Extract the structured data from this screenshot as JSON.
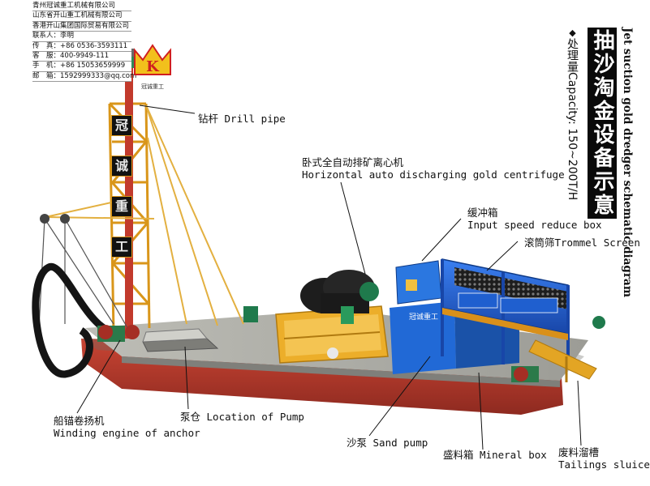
{
  "company_box": {
    "lines": [
      "青州冠诚重工机械有限公司",
      "山东省开山重工机械有限公司",
      "香港开山集团国际贸易有限公司",
      "联系人：李明",
      "传　真：+86 0536-3593111",
      "客　服：400-9949-111",
      "手　机：+86 15053659999",
      "邮　箱：1592999333@qq.com"
    ]
  },
  "logo_text": "冠诚重工",
  "title": {
    "cn": "抽沙淘金设备示意图",
    "en": "Jet suction gold dredger schematic diagram"
  },
  "capacity": {
    "label": "处理量Capacity: 150~200T/H"
  },
  "tower_signs": [
    "冠",
    "诚",
    "重",
    "工"
  ],
  "machine_plate": "冠诚重工",
  "labels": {
    "drill_pipe": "钻杆 Drill pipe",
    "centrifuge_cn": "卧式全自动排矿离心机",
    "centrifuge_en": "Horizontal auto discharging gold centrifuge",
    "speed_box_cn": "缓冲箱",
    "speed_box_en": "Input speed reduce box",
    "trommel": "滚筒筛Trommel Screen",
    "winding_cn": "船锚卷扬机",
    "winding_en": "Winding engine of anchor",
    "pump_location": "泵仓 Location of Pump",
    "sand_pump": "沙泵 Sand pump",
    "mineral_box": "盛料箱 Mineral box",
    "tailings_cn": "废料溜槽",
    "tailings_en": "Tailings sluice"
  },
  "colors": {
    "hull_red": "#b8392c",
    "deck_grey": "#a9a9a3",
    "frame_orange": "#e8a824",
    "trommel_blue": "#1f5fcf",
    "machine_green": "#1f7a4c"
  }
}
